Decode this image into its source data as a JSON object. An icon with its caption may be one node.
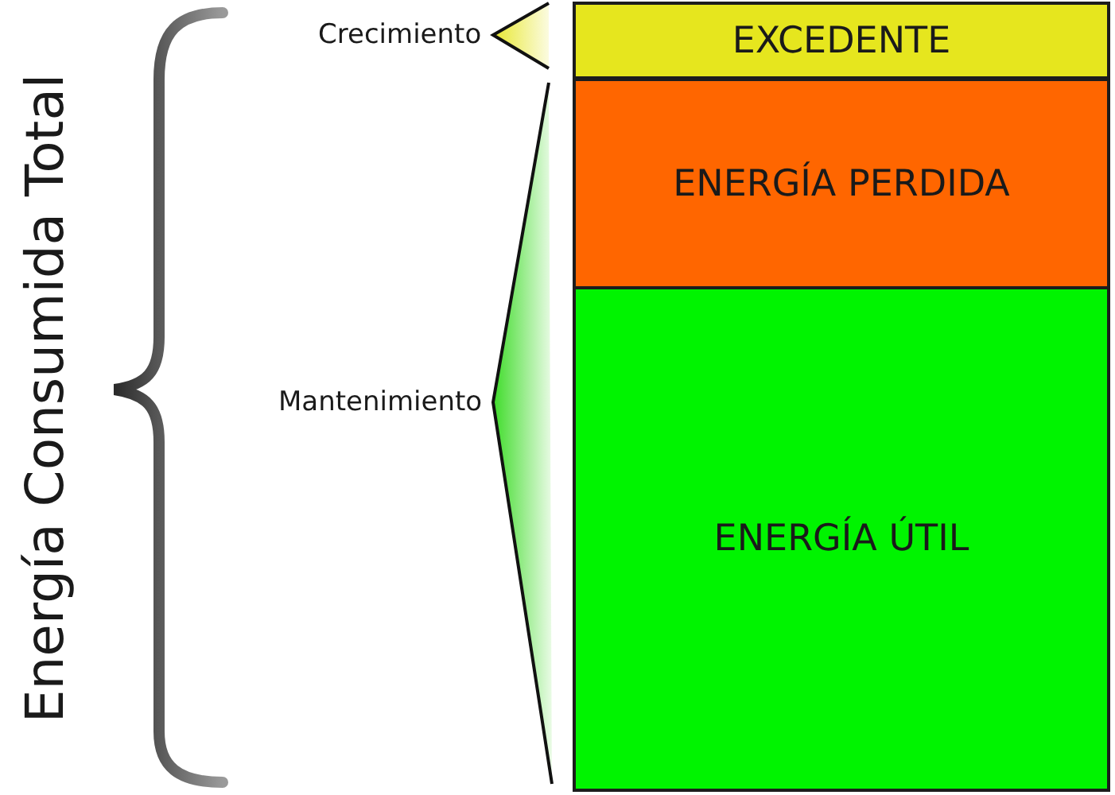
{
  "diagram": {
    "nodes": [
      {
        "text": [
          "EXCEDENTE"
        ]
      },
      {
        "text": [
          "ENERGÍA PERDIDA"
        ]
      },
      {
        "text": [
          "ENERGÍA ÚTIL"
        ]
      }
    ],
    "labels": [
      "Energía Consumida Total",
      "Crecimiento",
      "Mantenimiento"
    ]
  }
}
